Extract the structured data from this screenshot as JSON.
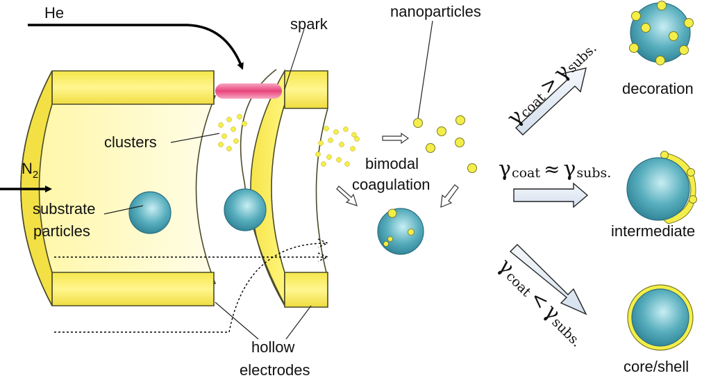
{
  "labels": {
    "he": "He",
    "n2_base": "N",
    "n2_sub": "2",
    "spark": "spark",
    "clusters": "clusters",
    "nanoparticles": "nanoparticles",
    "bimodal": "bimodal",
    "coagulation": "coagulation",
    "substrate": "substrate",
    "particles": "particles",
    "hollow": "hollow",
    "electrodes": "electrodes"
  },
  "relations": {
    "top": {
      "g1": "γ",
      "s1": "coat",
      "op": ">",
      "g2": "γ",
      "s2": "subs."
    },
    "mid": {
      "g1": "γ",
      "s1": "coat",
      "op": "≈",
      "g2": "γ",
      "s2": "subs."
    },
    "bot": {
      "g1": "γ",
      "s1": "coat",
      "op": "<",
      "g2": "γ",
      "s2": "subs."
    }
  },
  "outcomes": {
    "decoration": "decoration",
    "intermediate": "intermediate",
    "core_shell": "core/shell"
  },
  "colors": {
    "electrode": "#fbf07a",
    "electrode_light": "#fffbd0",
    "electrode_stroke": "#4a4a2a",
    "particle": "#3b98ab",
    "particle_light": "#bfeaf0",
    "nanoparticle": "#f4ee4a",
    "spark": "#e8447a",
    "arrow_fill": "#e6eef6"
  }
}
